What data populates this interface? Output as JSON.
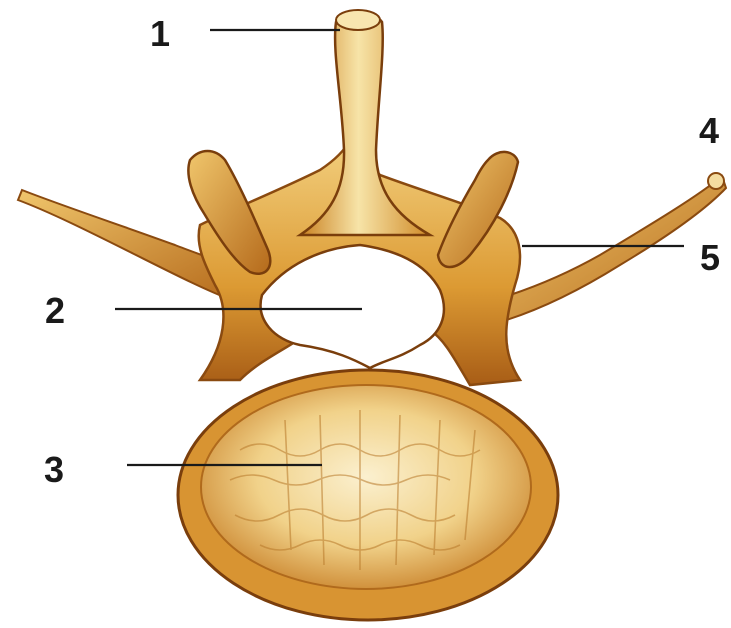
{
  "figure": {
    "labels": [
      {
        "id": "1",
        "text": "1"
      },
      {
        "id": "2",
        "text": "2"
      },
      {
        "id": "3",
        "text": "3"
      },
      {
        "id": "4",
        "text": "4"
      },
      {
        "id": "5",
        "text": "5"
      }
    ]
  },
  "colors": {
    "bone_base": "#e0a33a",
    "bone_light": "#f3d690",
    "bone_shadow": "#b5691c",
    "bone_dark": "#7a3e0c",
    "background": "#ffffff",
    "ink": "#1a1a1a"
  }
}
